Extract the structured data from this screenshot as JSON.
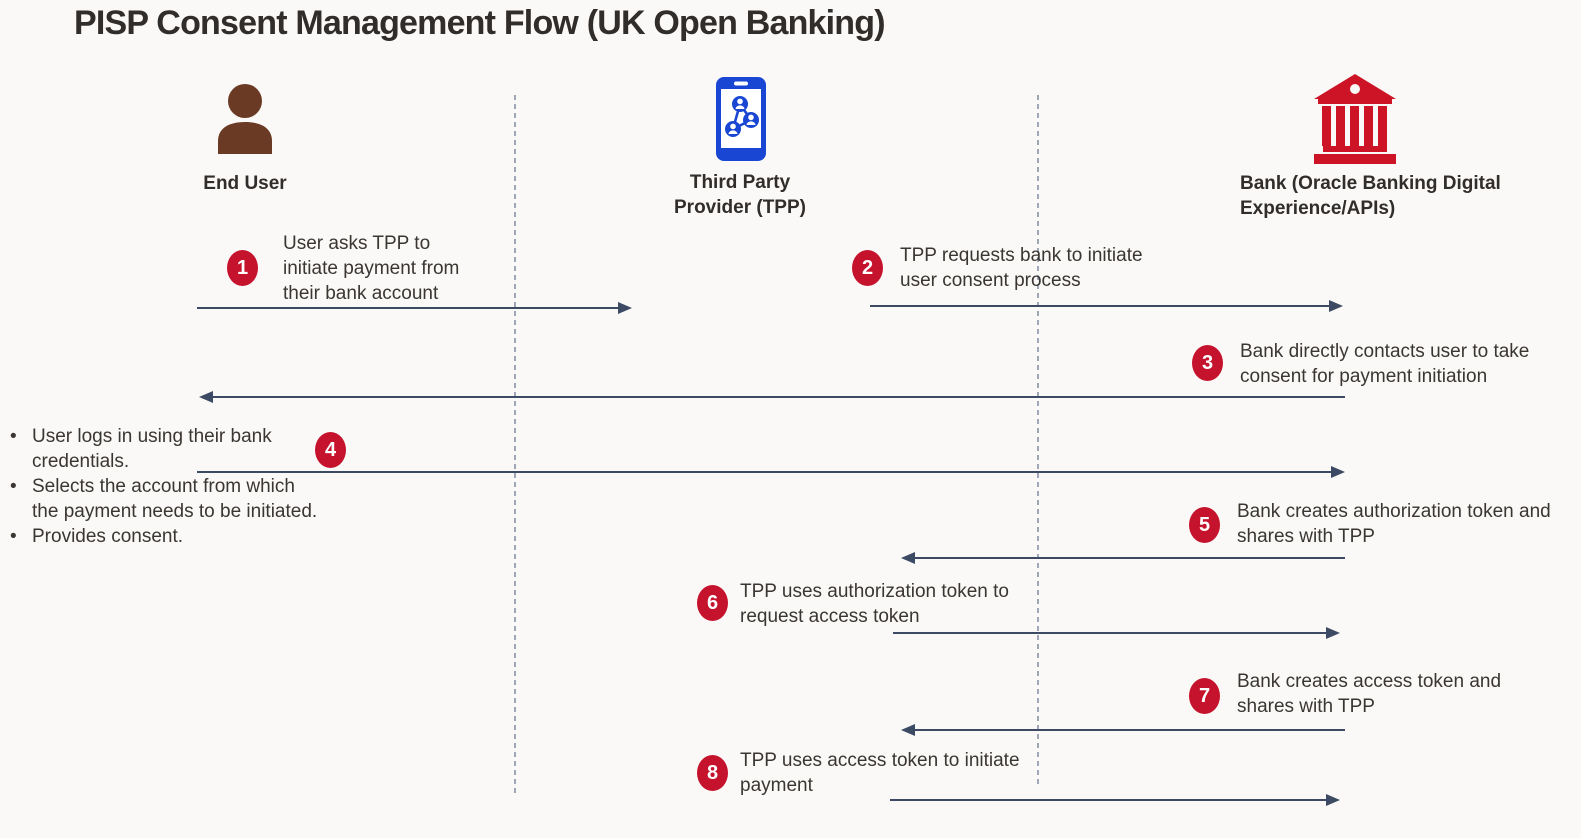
{
  "title": "PISP Consent Management Flow (UK Open Banking)",
  "actors": {
    "end_user": {
      "label": "End User",
      "icon": "person-icon"
    },
    "tpp": {
      "label_line1": "Third Party",
      "label_line2": "Provider (TPP)",
      "icon": "smartphone-network-icon"
    },
    "bank": {
      "label_line1": "Bank (Oracle Banking Digital",
      "label_line2": "Experience/APIs)",
      "icon": "bank-icon"
    }
  },
  "steps": [
    {
      "num": "1",
      "text": "User asks TPP to initiate payment from their bank account",
      "from": "End User",
      "to": "TPP",
      "direction": "right"
    },
    {
      "num": "2",
      "text": "TPP requests bank to initiate user consent process",
      "from": "TPP",
      "to": "Bank",
      "direction": "right"
    },
    {
      "num": "3",
      "text": "Bank directly contacts user to take consent for payment initiation",
      "from": "Bank",
      "to": "End User",
      "direction": "left"
    },
    {
      "num": "4",
      "text": "",
      "from": "End User",
      "to": "Bank",
      "direction": "right"
    },
    {
      "num": "5",
      "text": "Bank creates authorization token and shares with TPP",
      "from": "Bank",
      "to": "TPP",
      "direction": "left"
    },
    {
      "num": "6",
      "text": "TPP uses authorization token to request access token",
      "from": "TPP",
      "to": "Bank",
      "direction": "right"
    },
    {
      "num": "7",
      "text": "Bank creates access token and shares with TPP",
      "from": "Bank",
      "to": "TPP",
      "direction": "left"
    },
    {
      "num": "8",
      "text": "TPP uses access token to initiate payment",
      "from": "TPP",
      "to": "Bank",
      "direction": "right"
    }
  ],
  "step4_notes": [
    "User logs in using their bank credentials.",
    "Selects the account from which the payment needs to be initiated.",
    "Provides consent."
  ],
  "colors": {
    "background": "#faf9f7",
    "title_text": "#312d2a",
    "body_text": "#3a3632",
    "badge_red": "#c5122d",
    "bank_red": "#cc1426",
    "person_brown": "#6b3a24",
    "phone_blue": "#1a46d4",
    "arrow_navy": "#3d4a63",
    "lifeline_gray": "#6e7b96"
  }
}
